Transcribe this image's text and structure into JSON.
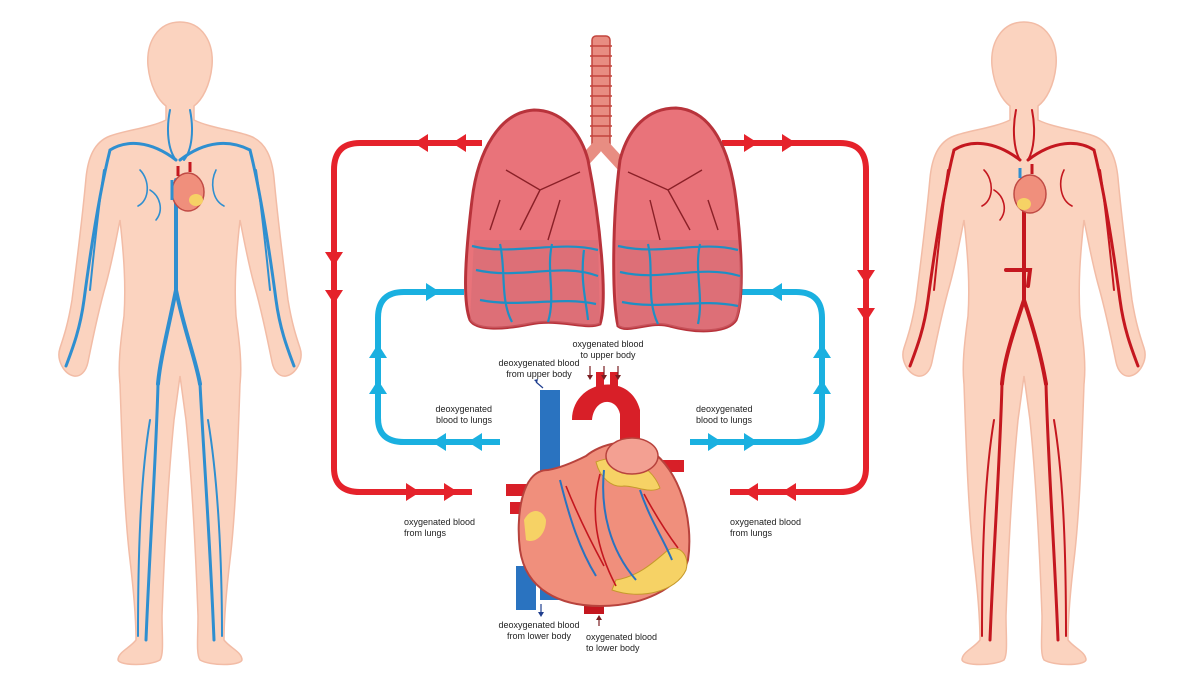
{
  "colors": {
    "background": "#ffffff",
    "skin": "#fbd3bf",
    "skin_outline": "#f2b9a2",
    "vein_blue": "#2f8fd0",
    "artery_red": "#c4171f",
    "loop_red": "#e5222b",
    "loop_blue": "#1ab0e0",
    "lung_pink": "#e9737a",
    "lung_dark": "#c2373f",
    "heart_pink": "#f08f7c",
    "fat_yellow": "#f6d265",
    "trachea": "#e88d82"
  },
  "figures": {
    "left": {
      "subject": "venous system",
      "icon": "body-veins"
    },
    "right": {
      "subject": "arterial system",
      "icon": "body-arteries"
    }
  },
  "labels": {
    "deox_upper": {
      "line1": "deoxygenated blood",
      "line2": "from upper body"
    },
    "ox_upper": {
      "line1": "oxygenated blood",
      "line2": "to upper body"
    },
    "deox_lungs_left": {
      "line1": "deoxygenated",
      "line2": "blood to lungs"
    },
    "deox_lungs_right": {
      "line1": "deoxygenated",
      "line2": "blood to lungs"
    },
    "ox_from_lungs_left": {
      "line1": "oxygenated blood",
      "line2": "from lungs"
    },
    "ox_from_lungs_right": {
      "line1": "oxygenated blood",
      "line2": "from lungs"
    },
    "deox_lower": {
      "line1": "deoxygenated blood",
      "line2": "from lower body"
    },
    "ox_lower": {
      "line1": "oxygenated blood",
      "line2": "to lower body"
    }
  }
}
